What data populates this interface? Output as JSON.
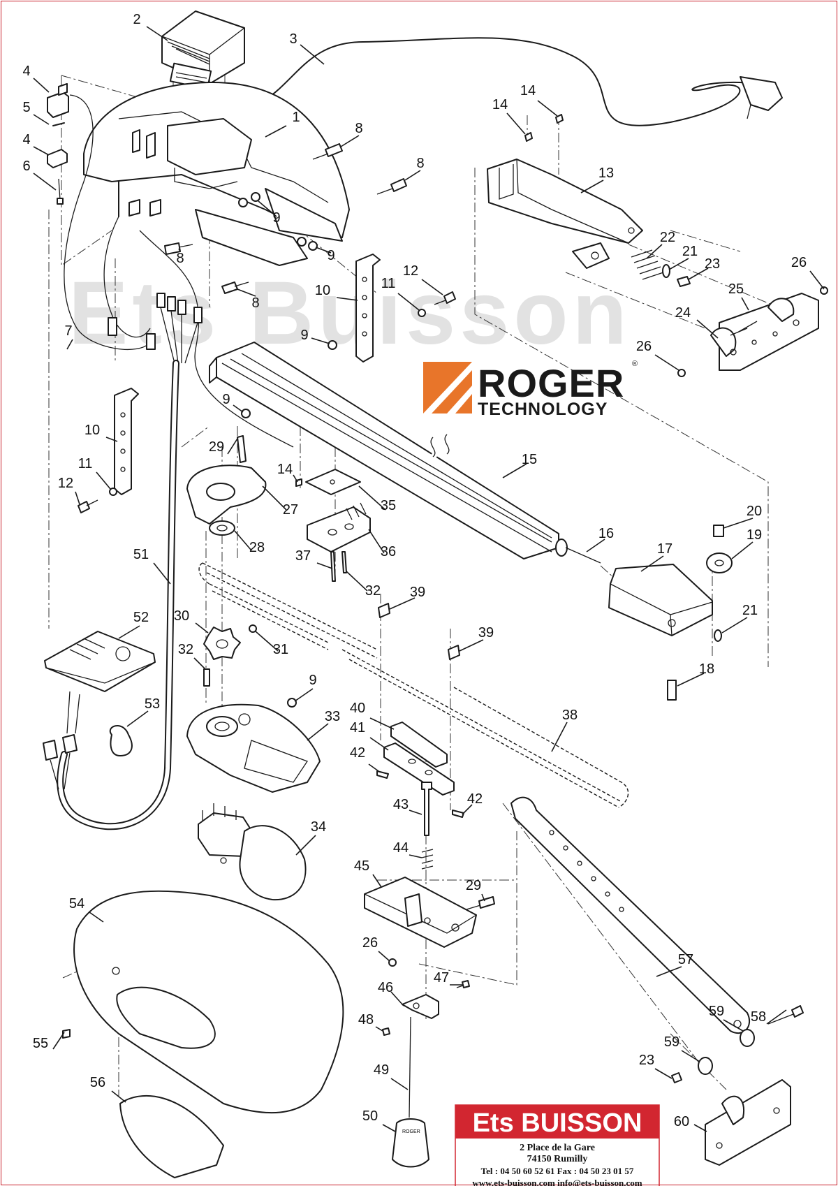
{
  "watermark": "Ets Buisson",
  "brand": {
    "name": "ROGER",
    "tagline": "TECHNOLOGY",
    "registered_mark": "®",
    "accent_color": "#e8752a"
  },
  "dealer": {
    "name": "Ets BUISSON",
    "address_line1": "2 Place de la Gare",
    "address_line2": "74150 Rumilly",
    "phone_line": "Tel : 04 50 60 52 61   Fax : 04 50 23 01 57",
    "web_line": "www.ets-buisson.com   info@ets-buisson.com",
    "banner_color": "#d22630"
  },
  "frame_color": "#c8202a",
  "parts": [
    {
      "ref": "1",
      "component": "control-housing"
    },
    {
      "ref": "2",
      "component": "transformer"
    },
    {
      "ref": "3",
      "component": "power-cable"
    },
    {
      "ref": "4",
      "component": "connector"
    },
    {
      "ref": "5",
      "component": "pin"
    },
    {
      "ref": "6",
      "component": "screw"
    },
    {
      "ref": "7",
      "component": "wire"
    },
    {
      "ref": "8",
      "component": "screw"
    },
    {
      "ref": "9",
      "component": "nut"
    },
    {
      "ref": "10",
      "component": "bracket"
    },
    {
      "ref": "11",
      "component": "washer"
    },
    {
      "ref": "12",
      "component": "screw"
    },
    {
      "ref": "13",
      "component": "front-bracket"
    },
    {
      "ref": "14",
      "component": "screw"
    },
    {
      "ref": "15",
      "component": "rail"
    },
    {
      "ref": "16",
      "component": "tension-bolt"
    },
    {
      "ref": "17",
      "component": "pulley-carriage"
    },
    {
      "ref": "18",
      "component": "pin"
    },
    {
      "ref": "19",
      "component": "pulley"
    },
    {
      "ref": "20",
      "component": "bushing"
    },
    {
      "ref": "21",
      "component": "washer"
    },
    {
      "ref": "22",
      "component": "spring"
    },
    {
      "ref": "23",
      "component": "nut"
    },
    {
      "ref": "24",
      "component": "wall-bracket"
    },
    {
      "ref": "25",
      "component": "bolt"
    },
    {
      "ref": "26",
      "component": "nut"
    },
    {
      "ref": "27",
      "component": "gear-cover"
    },
    {
      "ref": "28",
      "component": "bearing"
    },
    {
      "ref": "29",
      "component": "screw"
    },
    {
      "ref": "30",
      "component": "sprocket"
    },
    {
      "ref": "31",
      "component": "grub-screw"
    },
    {
      "ref": "32",
      "component": "screw"
    },
    {
      "ref": "33",
      "component": "base"
    },
    {
      "ref": "34",
      "component": "motor"
    },
    {
      "ref": "35",
      "component": "plate"
    },
    {
      "ref": "36",
      "component": "rail-clamp"
    },
    {
      "ref": "37",
      "component": "screw"
    },
    {
      "ref": "38",
      "component": "chain"
    },
    {
      "ref": "39",
      "component": "chain-link"
    },
    {
      "ref": "40",
      "component": "carriage"
    },
    {
      "ref": "41",
      "component": "carriage-plate"
    },
    {
      "ref": "42",
      "component": "clip"
    },
    {
      "ref": "43",
      "component": "release-pin"
    },
    {
      "ref": "44",
      "component": "spring"
    },
    {
      "ref": "45",
      "component": "trolley"
    },
    {
      "ref": "46",
      "component": "release-lever"
    },
    {
      "ref": "47",
      "component": "screw"
    },
    {
      "ref": "48",
      "component": "nut"
    },
    {
      "ref": "49",
      "component": "cord"
    },
    {
      "ref": "50",
      "component": "release-handle"
    },
    {
      "ref": "51",
      "component": "cable"
    },
    {
      "ref": "52",
      "component": "control-board"
    },
    {
      "ref": "53",
      "component": "lamp"
    },
    {
      "ref": "54",
      "component": "cover"
    },
    {
      "ref": "55",
      "component": "screw"
    },
    {
      "ref": "56",
      "component": "lens"
    },
    {
      "ref": "57",
      "component": "door-arm"
    },
    {
      "ref": "58",
      "component": "bolt"
    },
    {
      "ref": "59",
      "component": "bushing"
    },
    {
      "ref": "60",
      "component": "door-bracket"
    }
  ]
}
